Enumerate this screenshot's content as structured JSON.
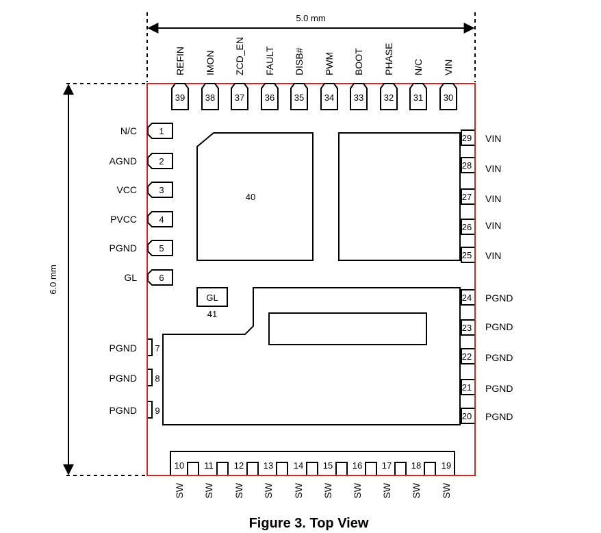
{
  "dimensions": {
    "width_label": "5.0 mm",
    "height_label": "6.0 mm"
  },
  "caption": "Figure 3. Top View",
  "top_pins": [
    {
      "num": "39",
      "name": "REFIN"
    },
    {
      "num": "38",
      "name": "IMON"
    },
    {
      "num": "37",
      "name": "ZCD_EN"
    },
    {
      "num": "36",
      "name": "FAULT"
    },
    {
      "num": "35",
      "name": "DISB#"
    },
    {
      "num": "34",
      "name": "PWM"
    },
    {
      "num": "33",
      "name": "BOOT"
    },
    {
      "num": "32",
      "name": "PHASE"
    },
    {
      "num": "31",
      "name": "N/C"
    },
    {
      "num": "30",
      "name": "VIN"
    }
  ],
  "left_pins": [
    {
      "num": "1",
      "name": "N/C"
    },
    {
      "num": "2",
      "name": "AGND"
    },
    {
      "num": "3",
      "name": "VCC"
    },
    {
      "num": "4",
      "name": "PVCC"
    },
    {
      "num": "5",
      "name": "PGND"
    },
    {
      "num": "6",
      "name": "GL"
    },
    {
      "num": "7",
      "name": "PGND"
    },
    {
      "num": "8",
      "name": "PGND"
    },
    {
      "num": "9",
      "name": "PGND"
    }
  ],
  "right_pins": [
    {
      "num": "29",
      "name": "VIN"
    },
    {
      "num": "28",
      "name": "VIN"
    },
    {
      "num": "27",
      "name": "VIN"
    },
    {
      "num": "26",
      "name": "VIN"
    },
    {
      "num": "25",
      "name": "VIN"
    },
    {
      "num": "24",
      "name": "PGND"
    },
    {
      "num": "23",
      "name": "PGND"
    },
    {
      "num": "22",
      "name": "PGND"
    },
    {
      "num": "21",
      "name": "PGND"
    },
    {
      "num": "20",
      "name": "PGND"
    }
  ],
  "bottom_pins": [
    {
      "num": "10",
      "name": "SW"
    },
    {
      "num": "11",
      "name": "SW"
    },
    {
      "num": "12",
      "name": "SW"
    },
    {
      "num": "13",
      "name": "SW"
    },
    {
      "num": "14",
      "name": "SW"
    },
    {
      "num": "15",
      "name": "SW"
    },
    {
      "num": "16",
      "name": "SW"
    },
    {
      "num": "17",
      "name": "SW"
    },
    {
      "num": "18",
      "name": "SW"
    },
    {
      "num": "19",
      "name": "SW"
    }
  ],
  "pads": {
    "pad40": {
      "num": "40"
    },
    "pad41": {
      "num": "41",
      "name": "GL"
    }
  }
}
